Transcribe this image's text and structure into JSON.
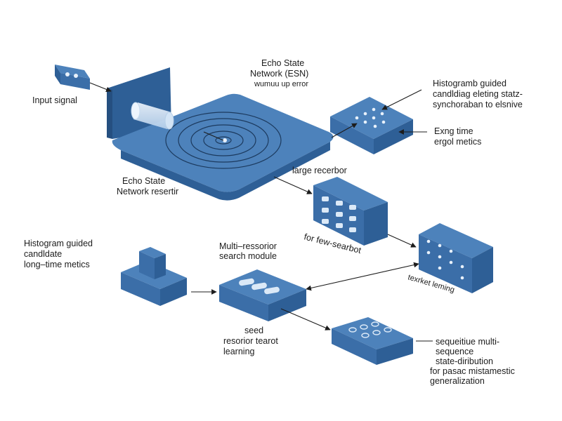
{
  "labels": {
    "input_signal": "Input signal",
    "esn_top_1": "Echo State",
    "esn_top_2": "Network (ESN)",
    "esn_top_3": "wumuu up error",
    "esn_bottom_1": "Echo State",
    "esn_bottom_2": "Network resertir",
    "hist_right_1": "Histogramb guided",
    "hist_right_2": "candldiag eleting statz-",
    "hist_right_3": "synchoraban to elsnive",
    "exng_1": "Exng time",
    "exng_2": "ergol metics",
    "large_reservoir": "large recerbor",
    "few_shot": "for few-searbot",
    "hist_left_1": "Histogram guided",
    "hist_left_2": "candldate",
    "hist_left_3": "long–time metics",
    "multi_1": "Multi–ressorior",
    "multi_2": "search module",
    "texrket": "texrket leming",
    "seed_1": "seed",
    "seed_2": "resorior tearot",
    "seed_3": "learning",
    "seq_1": "sequeitiue multi-",
    "seq_2": "sequence",
    "seq_3": "state-diribution",
    "seq_4": "for pasac mistamestic",
    "seq_5": "generalization"
  },
  "colors": {
    "block_top": "#4d82bb",
    "block_side": "#2e5f96",
    "block_front": "#3b6ea8",
    "block_light": "#dbe9f7",
    "ink": "#1c1c1c"
  }
}
